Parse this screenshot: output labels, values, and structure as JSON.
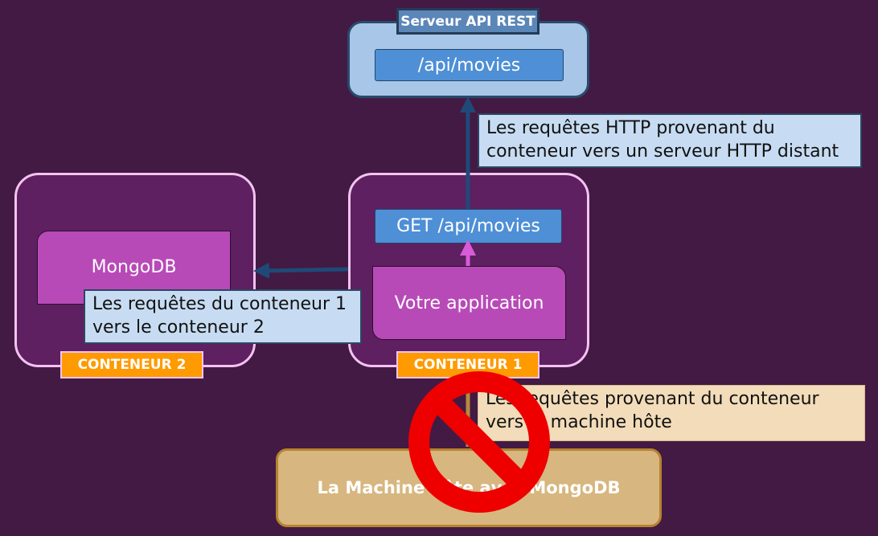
{
  "server": {
    "tag": "Serveur API REST",
    "endpoint": "/api/movies"
  },
  "container1": {
    "tag": "CONTENEUR 1",
    "request": "GET /api/movies",
    "app": "Votre application"
  },
  "container2": {
    "tag": "CONTENEUR 2",
    "db": "MongoDB"
  },
  "notes": {
    "http_line1": "Les requêtes HTTP provenant du",
    "http_line2": "conteneur vers un serveur HTTP distant",
    "c1c2_line1": "Les requêtes du conteneur 1",
    "c1c2_line2": "vers le conteneur 2",
    "host_line1": "Les requêtes provenant du conteneur",
    "host_line2": "vers la machine hôte"
  },
  "host": {
    "label": "La Machine hôte avec MongoDB"
  },
  "colors": {
    "background": "#431a43",
    "container_fill": "#5e2060",
    "app_fill": "#b84ab8",
    "endpoint_fill": "#4e8fd6",
    "tag_orange": "#ff9a00",
    "forbidden_red": "#ee0000",
    "arrow_blue": "#1f4a78",
    "arrow_pink": "#d85bd8"
  },
  "icons": {
    "forbidden": "no-entry-icon"
  }
}
